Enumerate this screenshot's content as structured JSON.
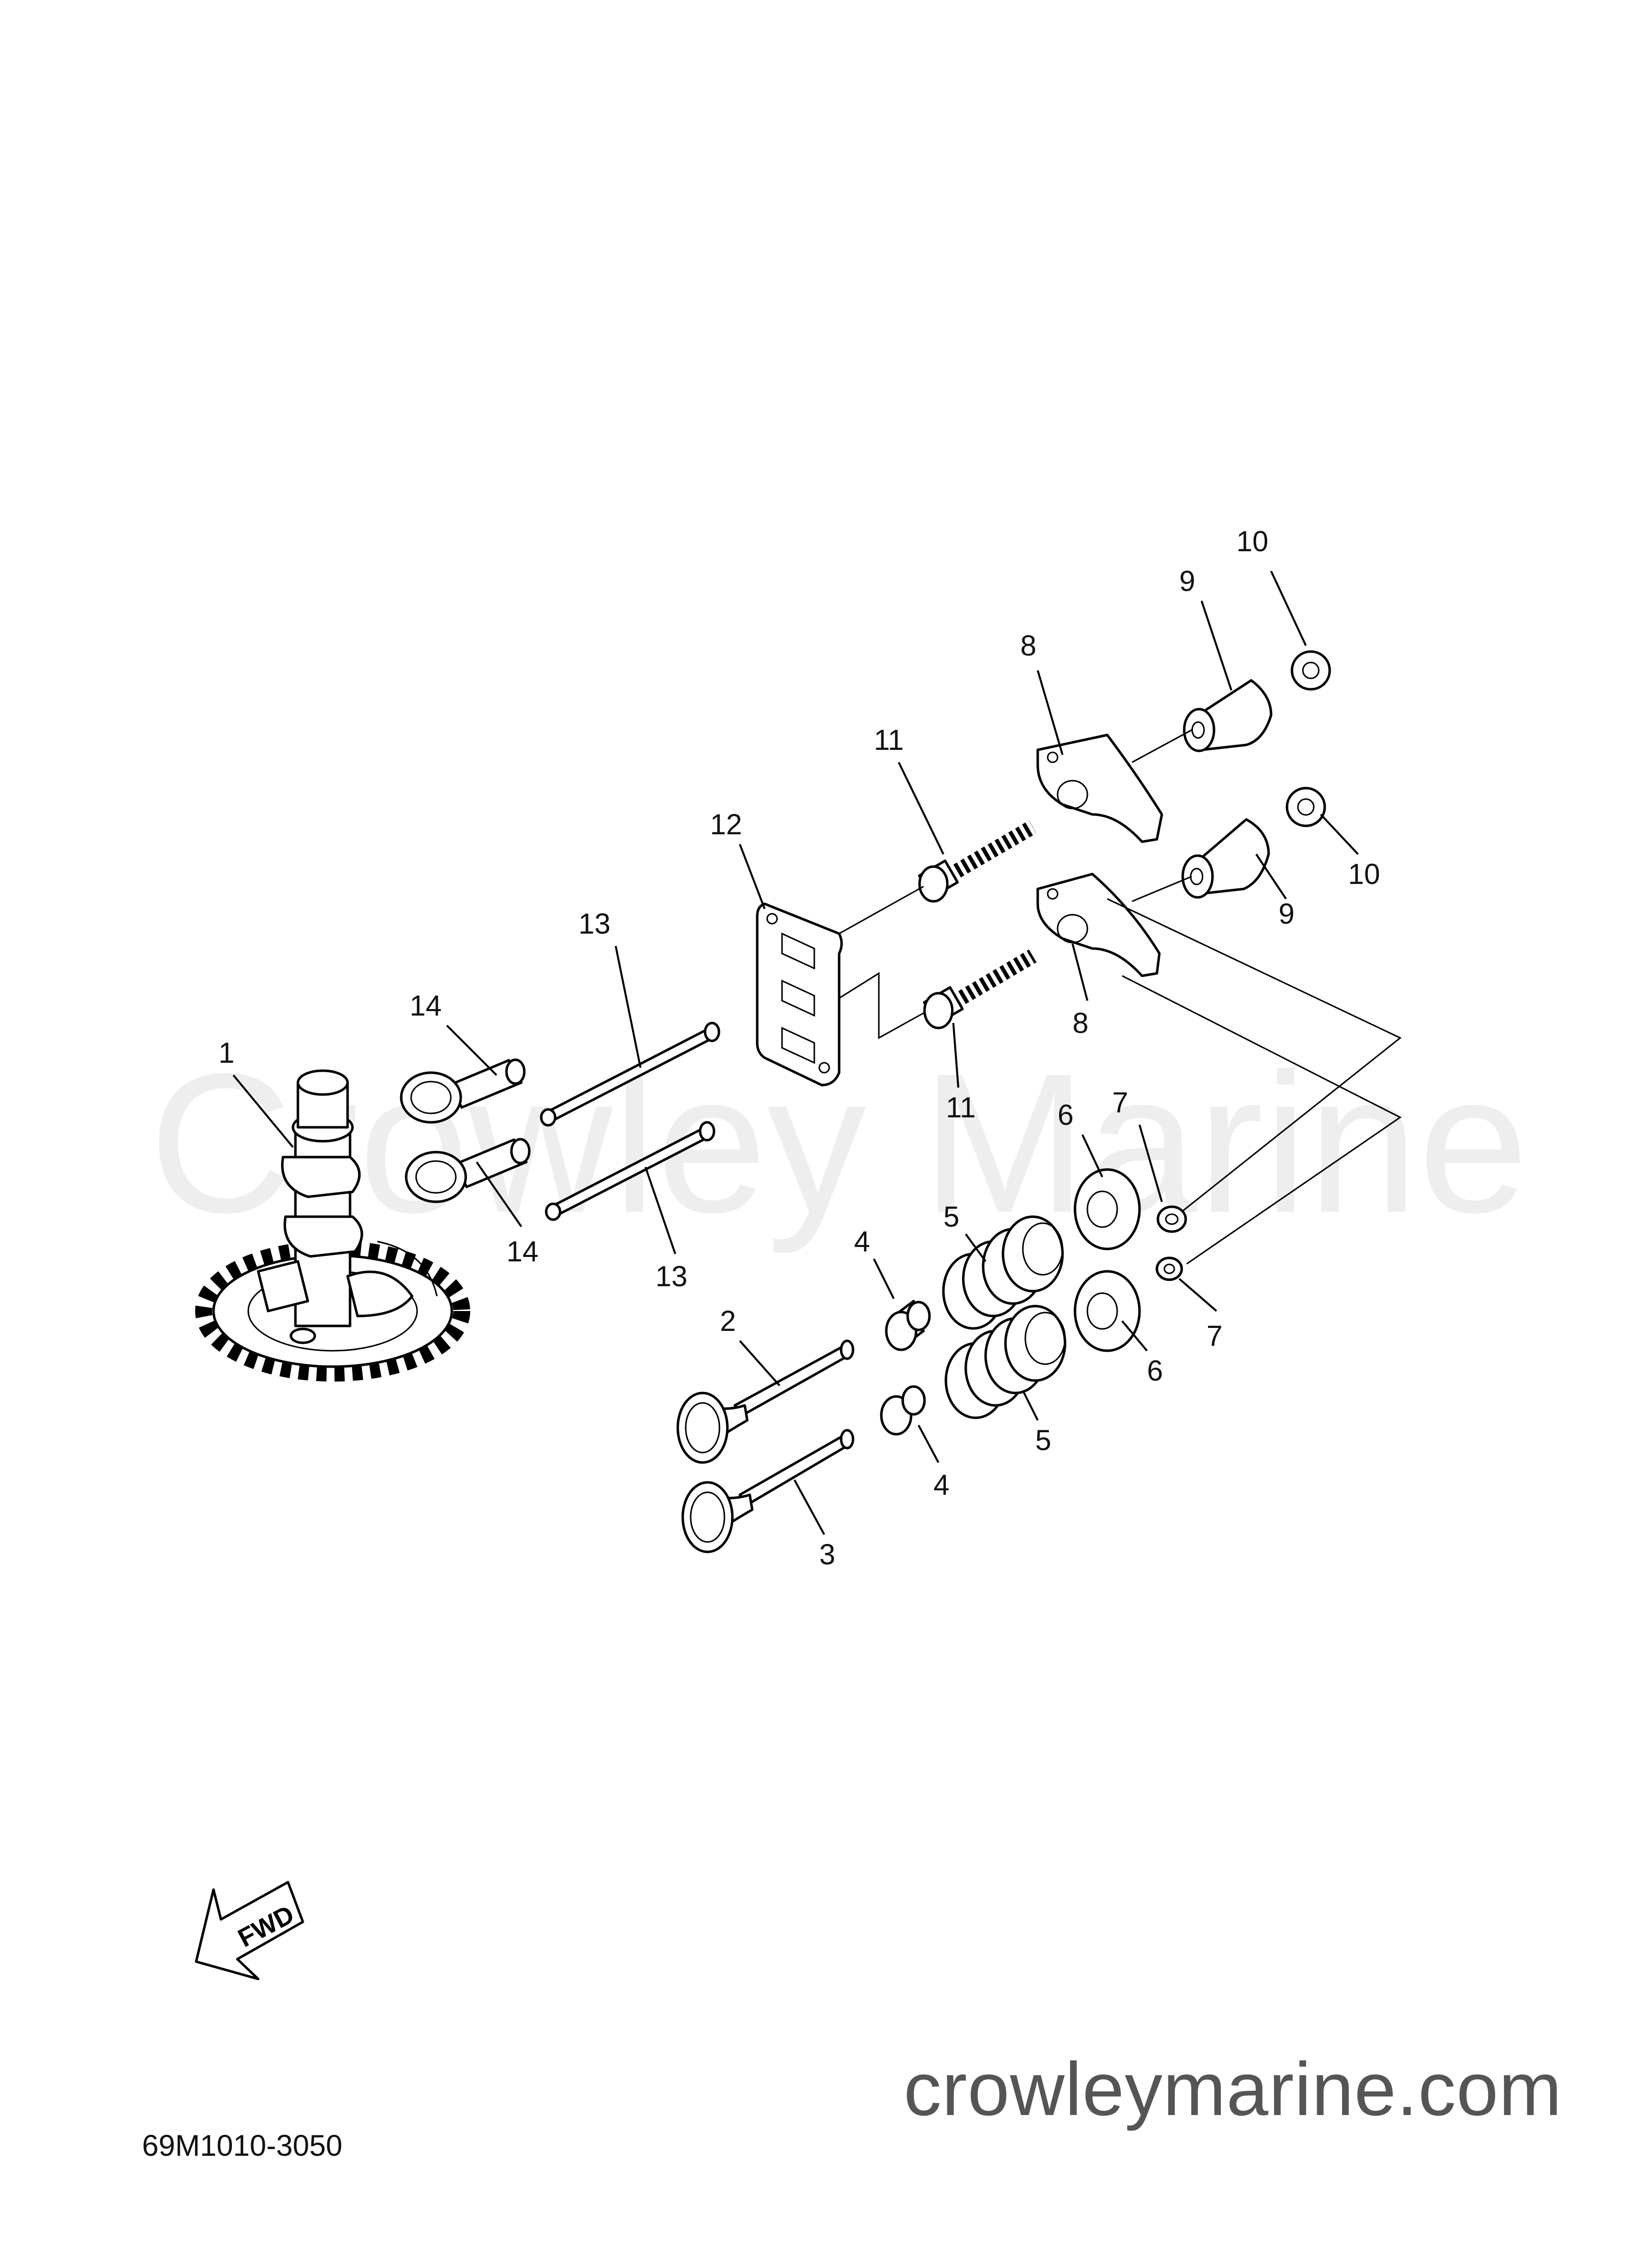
{
  "watermark": "Crowley Marine",
  "diagram_code": "69M1010-3050",
  "site": "crowleymarine.com",
  "fwd_label": "FWD",
  "callouts": {
    "c1": "1",
    "c2": "2",
    "c3": "3",
    "c4a": "4",
    "c4b": "4",
    "c5a": "5",
    "c5b": "5",
    "c6a": "6",
    "c6b": "6",
    "c7a": "7",
    "c7b": "7",
    "c8a": "8",
    "c8b": "8",
    "c9a": "9",
    "c9b": "9",
    "c10a": "10",
    "c10b": "10",
    "c11a": "11",
    "c11b": "11",
    "c12": "12",
    "c13a": "13",
    "c13b": "13",
    "c14a": "14",
    "c14b": "14"
  }
}
